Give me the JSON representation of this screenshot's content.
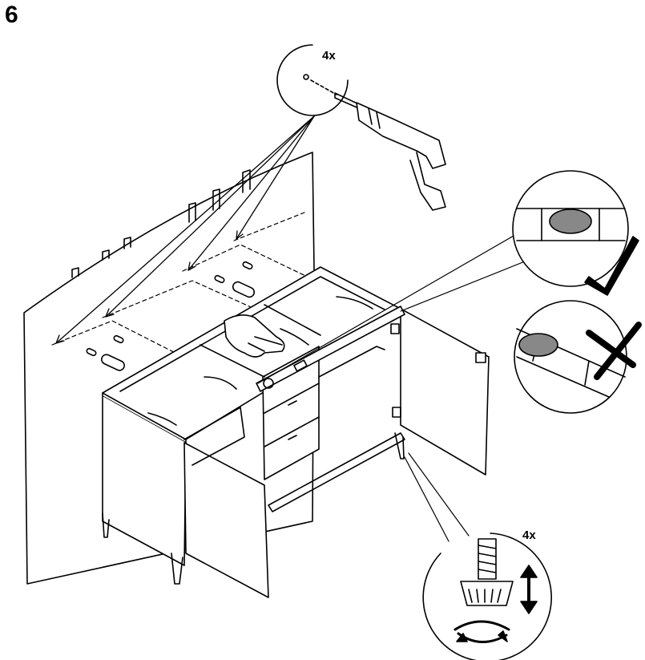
{
  "step": {
    "number": "6"
  },
  "callouts": {
    "drill_quantity": "4x",
    "leg_quantity": "4x"
  },
  "colors": {
    "line": "#000000",
    "paper": "#ffffff",
    "bubble_gray": "#888888"
  },
  "icons": {
    "drill": "power-drill-icon",
    "hand": "pointing-hand-icon",
    "check": "checkmark-icon",
    "cross": "cross-icon",
    "vertical_arrow": "up-down-arrow-icon",
    "rotate": "rotate-arrows-icon"
  }
}
